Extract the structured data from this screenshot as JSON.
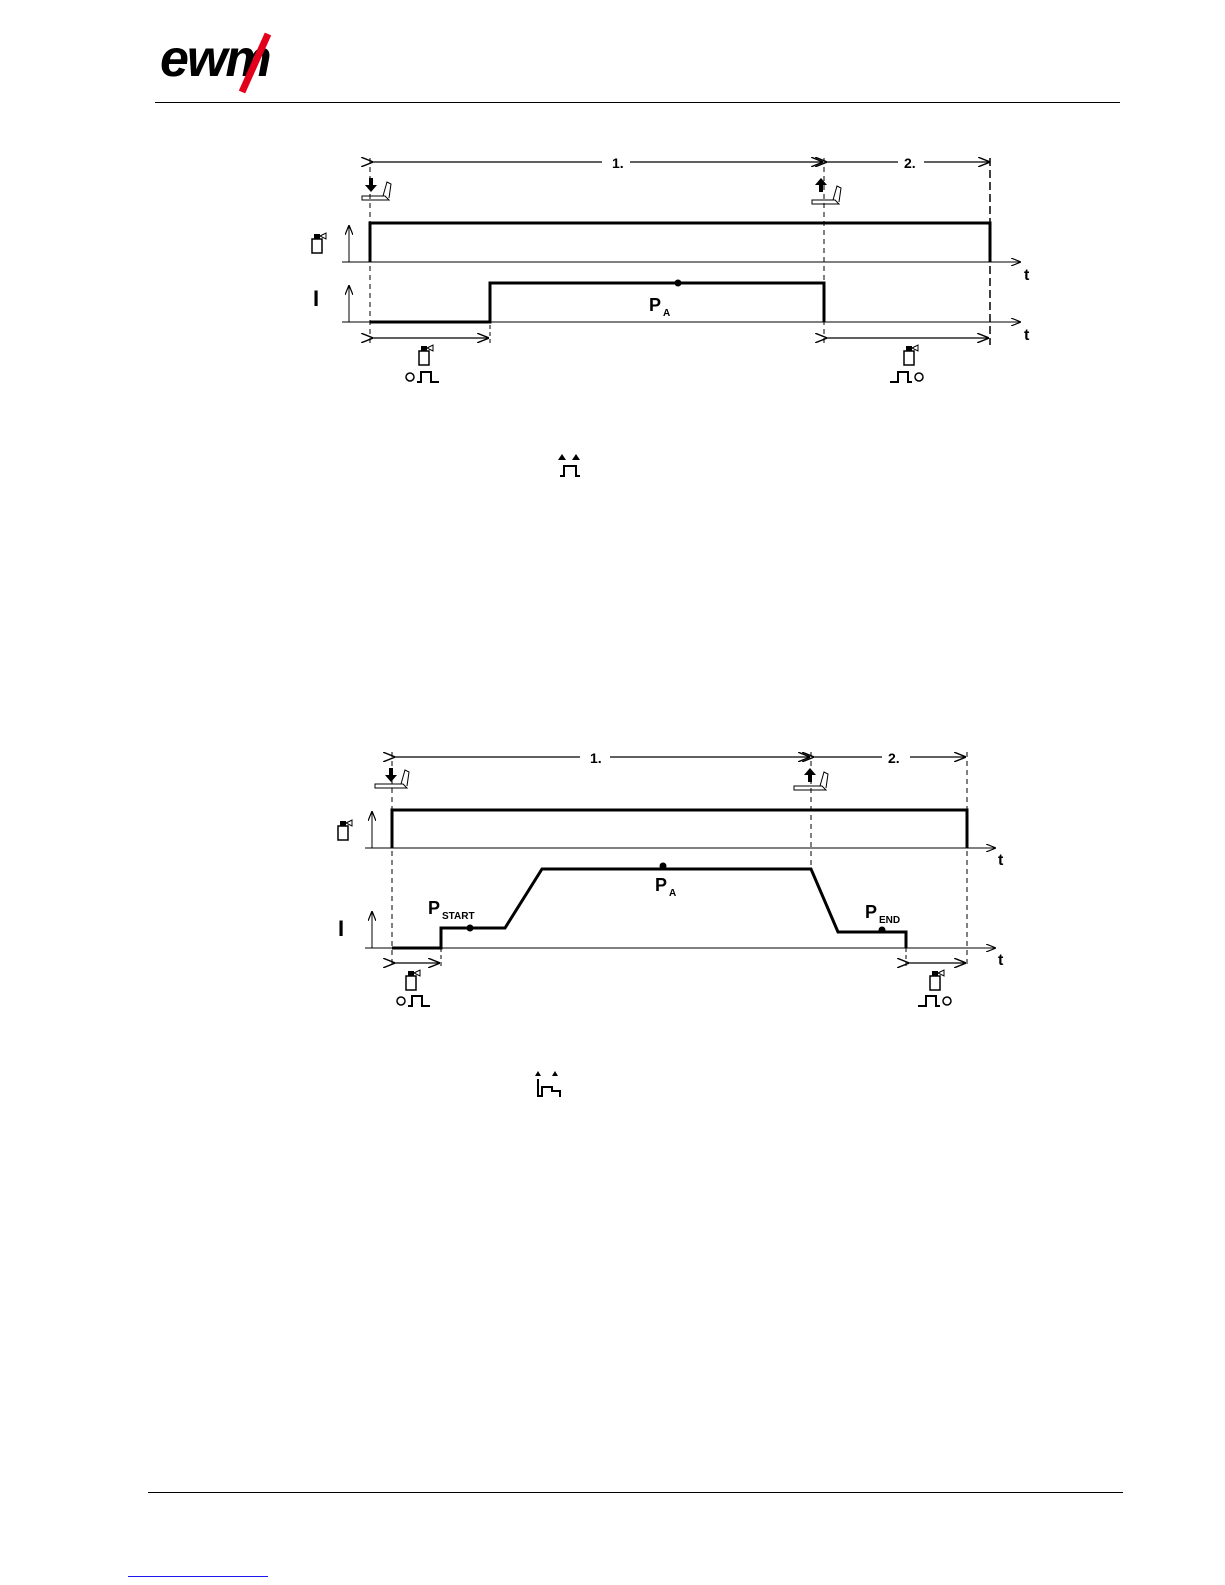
{
  "logo": {
    "text": "ewm",
    "accent_color": "#e2001a"
  },
  "diagram1": {
    "phase_labels": [
      "1.",
      "2."
    ],
    "pulse_label": "P",
    "pulse_sub": "A",
    "gas_axis_label": "t",
    "current_axis_label": "t",
    "current_symbol": "I"
  },
  "diagram2": {
    "phase_labels": [
      "1.",
      "2."
    ],
    "start_label": "P",
    "start_sub": "START",
    "main_label": "P",
    "main_sub": "A",
    "end_label": "P",
    "end_sub": "END",
    "gas_axis_label": "t",
    "current_axis_label": "t",
    "current_symbol": "I"
  }
}
